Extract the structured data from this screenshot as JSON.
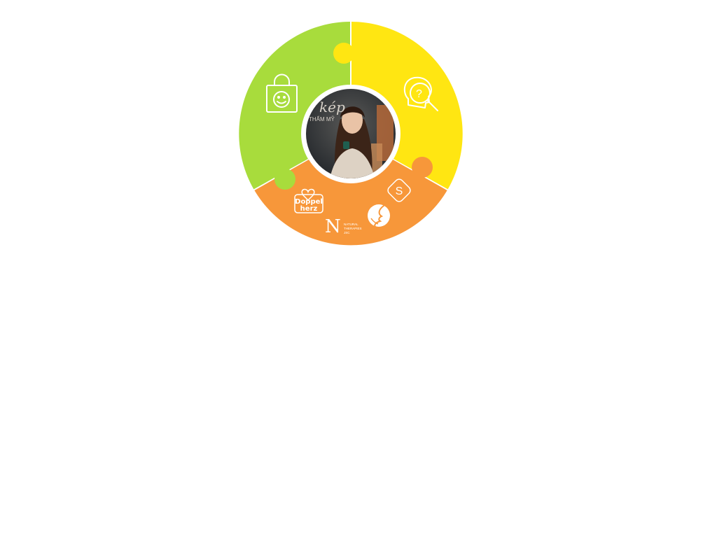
{
  "diagram": {
    "colors": {
      "background": "#ffffff",
      "segment_green": "#a8dc3c",
      "segment_yellow": "#ffe612",
      "segment_orange": "#f7973a",
      "icon_stroke": "#ffffff"
    },
    "segments": [
      {
        "id": "green",
        "icon": "shopping-bag-smile-icon"
      },
      {
        "id": "yellow",
        "icon": "head-question-search-icon"
      },
      {
        "id": "orange",
        "icon": "brand-logos"
      }
    ],
    "center_photo": {
      "icon": "portrait-photo",
      "sign_word": "kép",
      "sign_caption": "THẨM MỸ"
    },
    "brand_logos": {
      "doppelherz_line1": "Doppel",
      "doppelherz_line2": "herz",
      "natural_mark": "N",
      "natural_line1": "NATURAL",
      "natural_line2": "THERAPIES",
      "natural_line3": "JSC",
      "s_badge": "S"
    }
  }
}
